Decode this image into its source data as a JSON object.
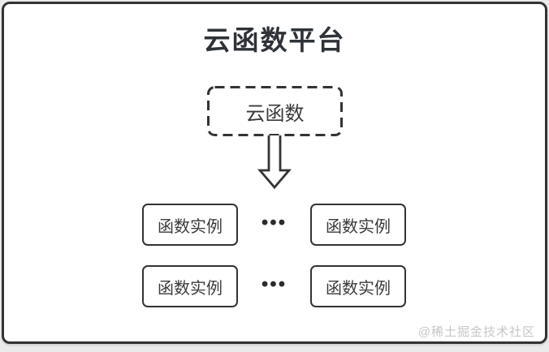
{
  "page": {
    "background_color": "#ebebeb",
    "panel_background_color": "#ffffff",
    "border_color": "#333333",
    "watermark_color": "#c6c6c6"
  },
  "diagram": {
    "title": "云函数平台",
    "cloud_function": {
      "label": "云函数"
    },
    "arrow": {
      "icon": "down-arrow-icon",
      "direction": "down"
    },
    "instance_rows": [
      {
        "left_label": "函数实例",
        "ellipsis": "•••",
        "right_label": "函数实例"
      },
      {
        "left_label": "函数实例",
        "ellipsis": "•••",
        "right_label": "函数实例"
      }
    ],
    "watermark": "@稀土掘金技术社区"
  }
}
